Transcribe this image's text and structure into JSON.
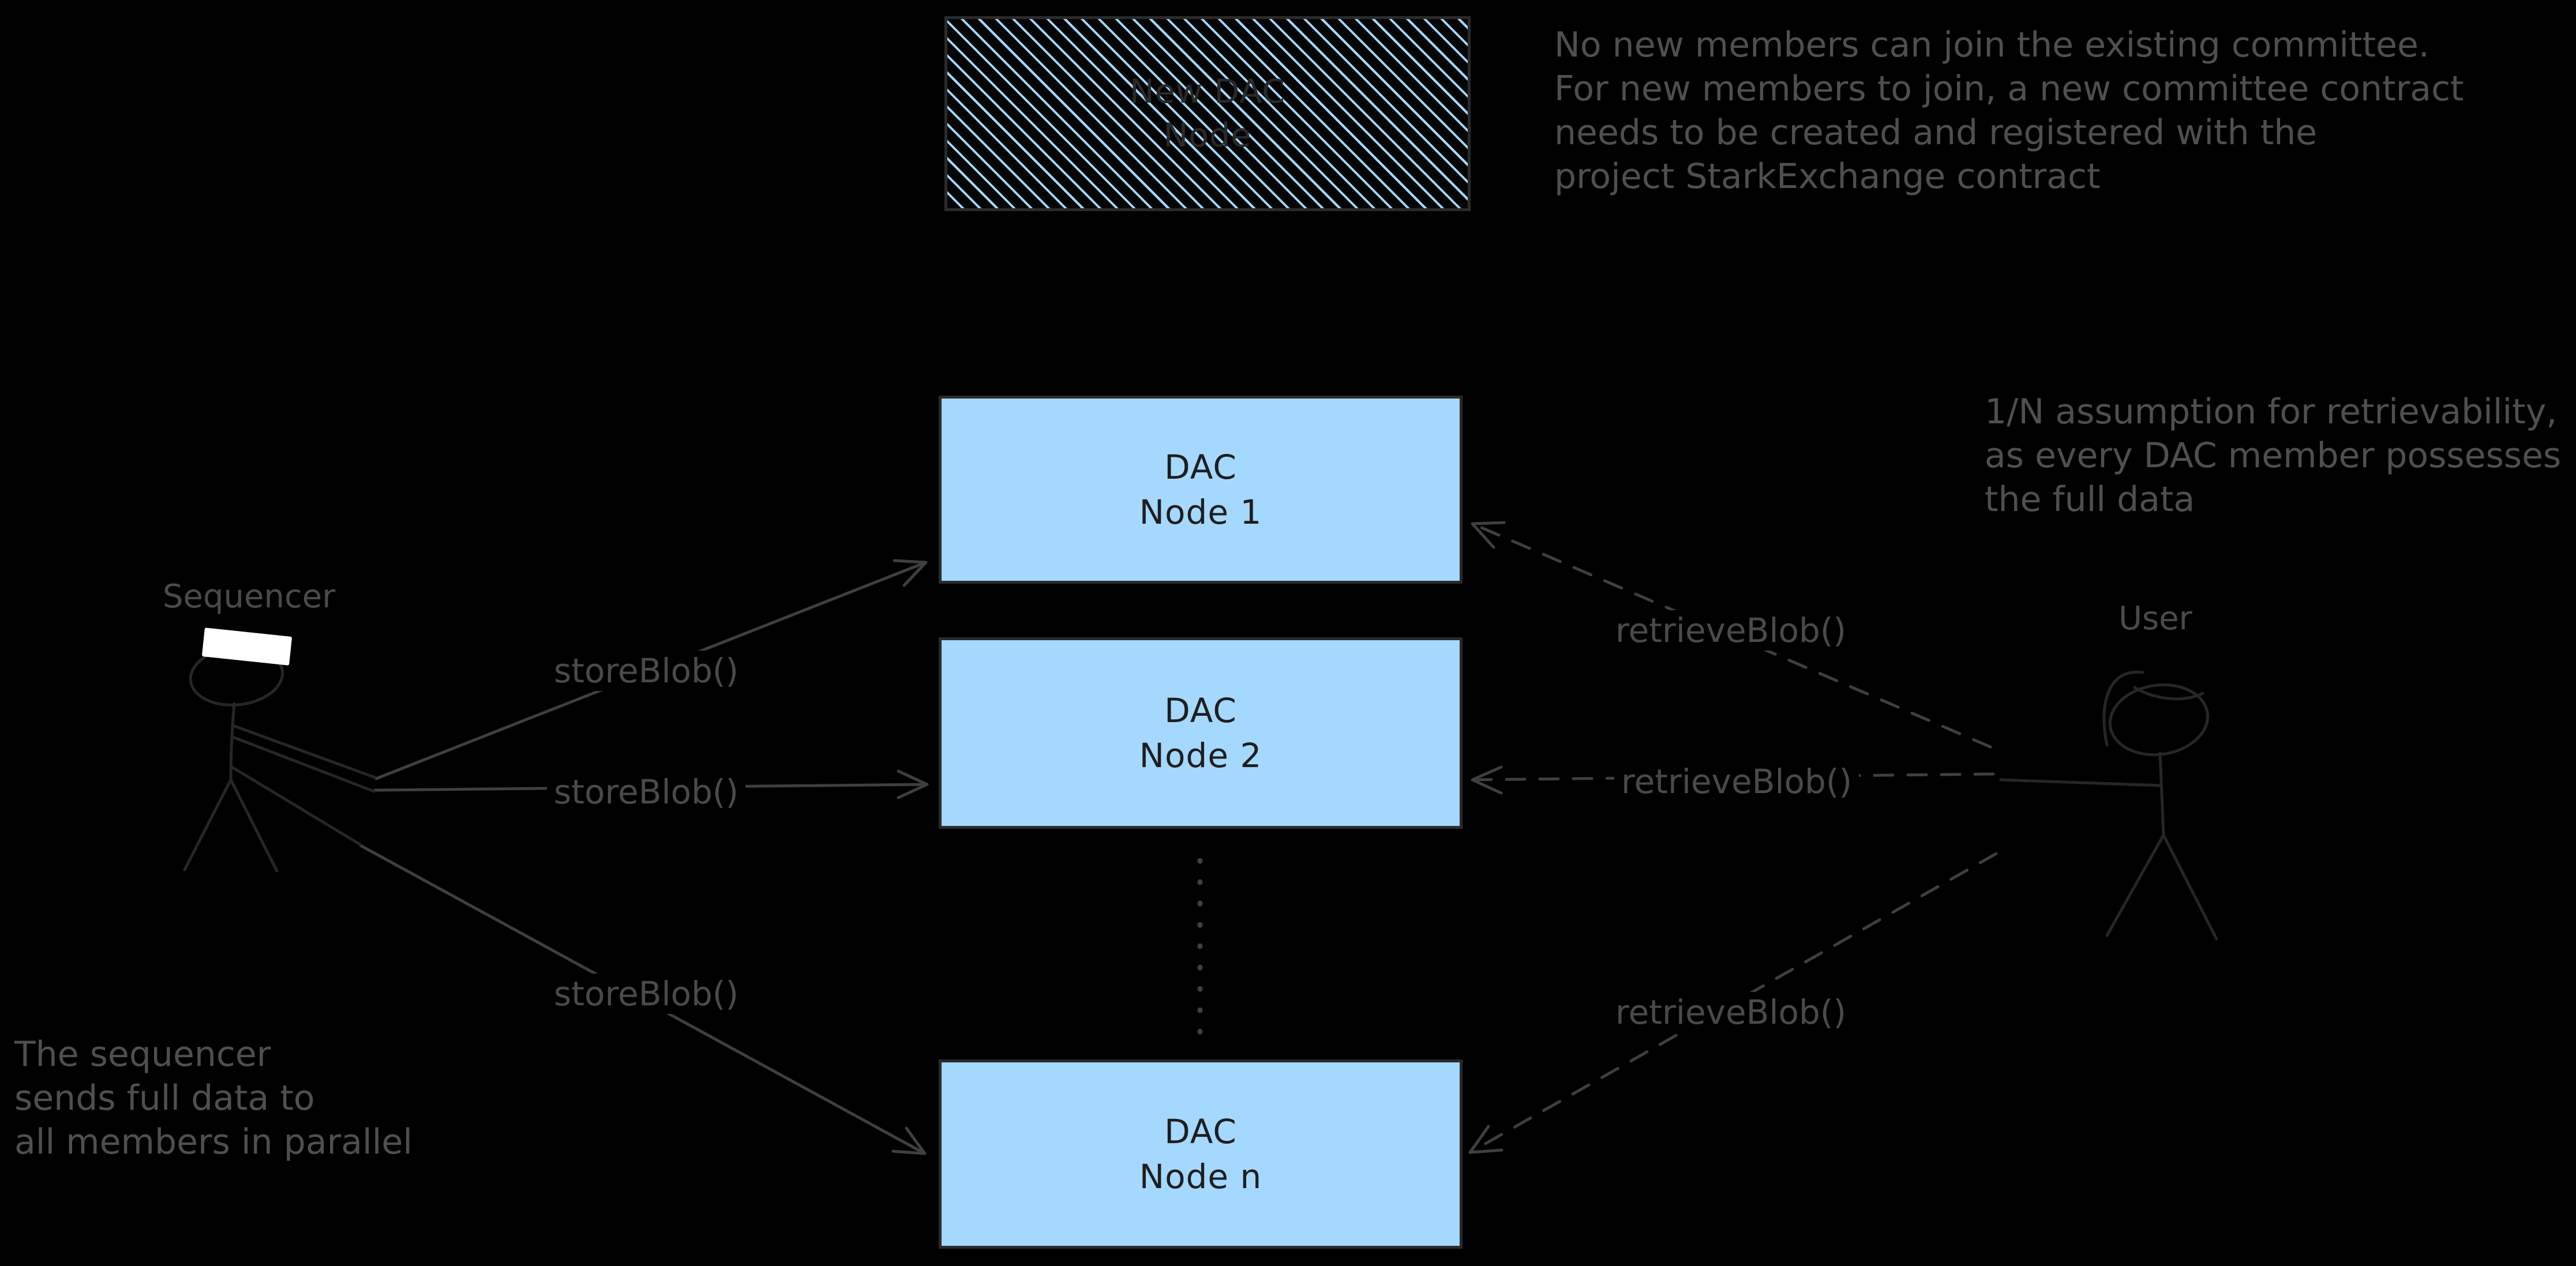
{
  "colors": {
    "background": "#000000",
    "node_fill": "#a5d8ff",
    "node_border": "#2b2b2b",
    "node_text": "#1e1e1e",
    "stroke": "#3f3f3f",
    "label_text": "#4a4a4a",
    "caption_text": "#4f4f4f",
    "hatch_blue": "#a5d8ff",
    "white_rect": "#ffffff",
    "figure_stroke": "#262626"
  },
  "new_dac_box": {
    "line1": "New DAC",
    "line2": "Node"
  },
  "nodes": [
    {
      "line1": "DAC",
      "line2": "Node 1"
    },
    {
      "line1": "DAC",
      "line2": "Node 2"
    },
    {
      "line1": "DAC",
      "line2": "Node n"
    }
  ],
  "labels": {
    "sequencer": "Sequencer",
    "user": "User",
    "store_blob": "storeBlob()",
    "retrieve_blob": "retrieveBlob()"
  },
  "captions": {
    "committee": [
      "No new members can join the existing committee.",
      "For new members to join, a new committee contract",
      "needs to be created and registered with the",
      "project StarkExchange contract"
    ],
    "retrievability": [
      "1/N assumption for retrievability,",
      "as every DAC member possesses",
      "the full data"
    ],
    "sequencer_note": [
      "The sequencer",
      "sends full data to",
      "all members in parallel"
    ]
  }
}
